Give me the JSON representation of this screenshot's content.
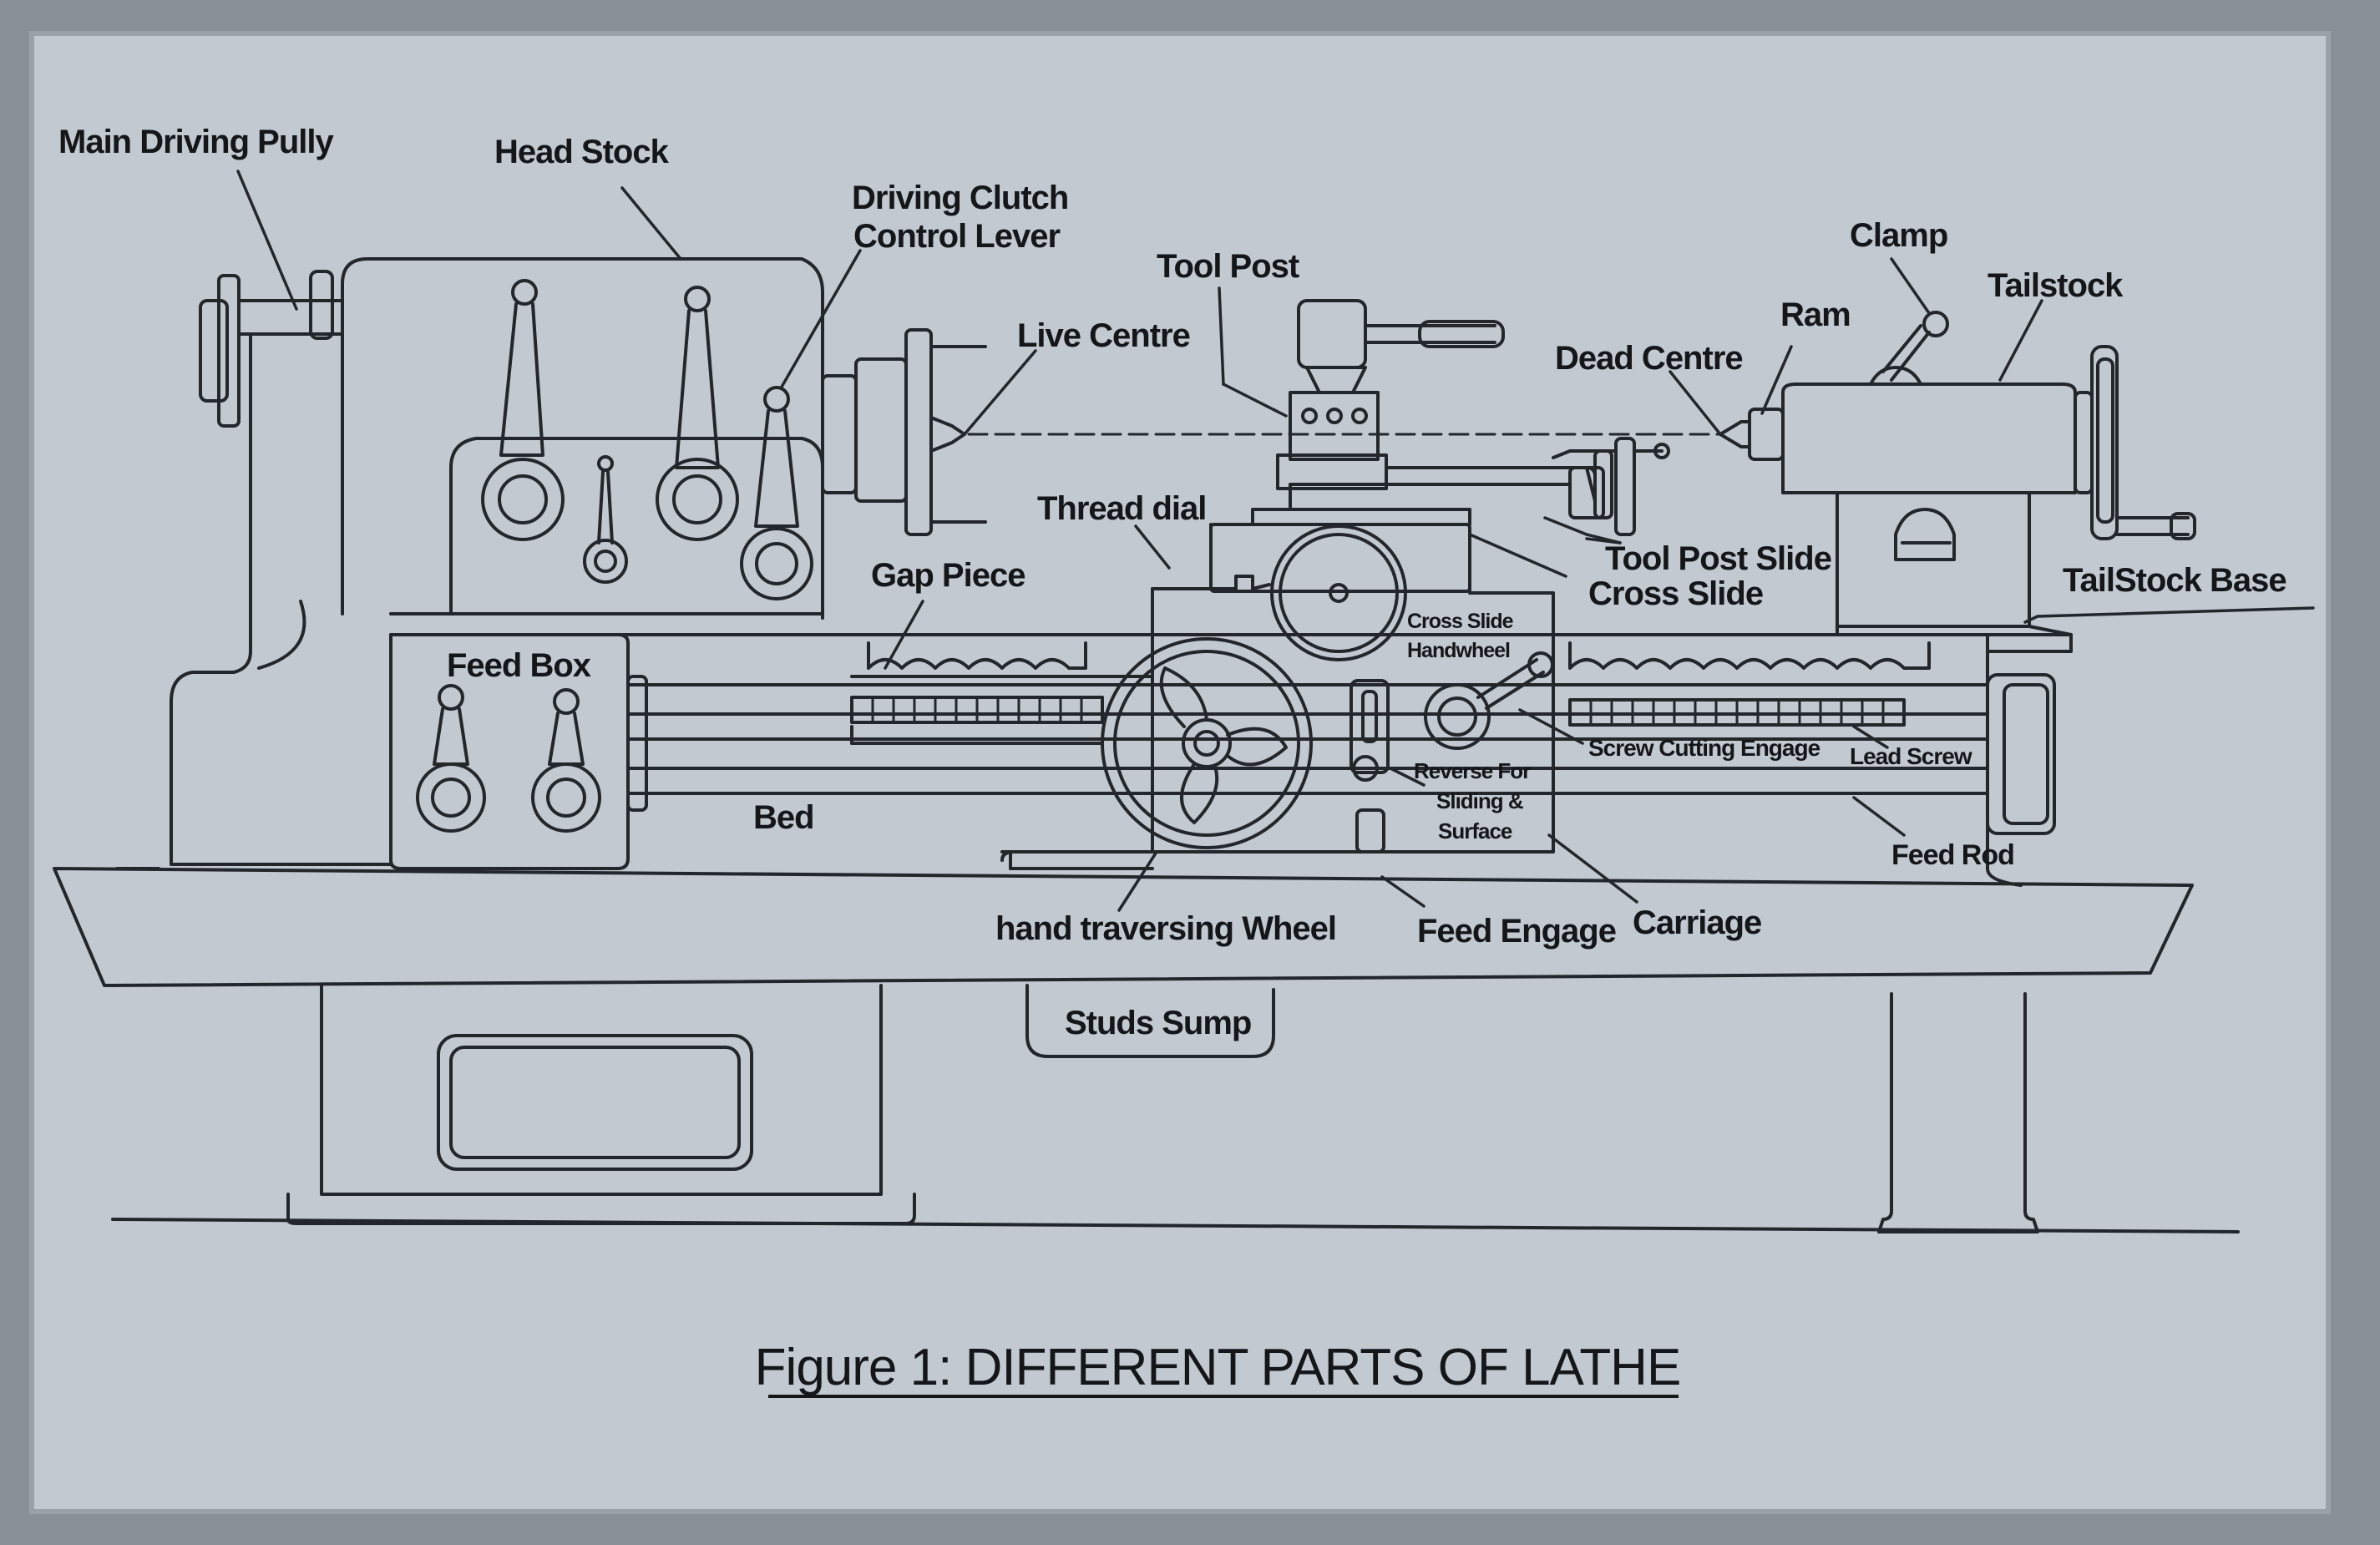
{
  "figure": {
    "caption": "Figure 1: DIFFERENT PARTS OF LATHE"
  },
  "labels": {
    "main_driving_pully": "Main Driving Pully",
    "head_stock": "Head Stock",
    "driving_clutch_1": "Driving Clutch",
    "driving_clutch_2": "Control Lever",
    "tool_post": "Tool Post",
    "live_centre": "Live Centre",
    "clamp": "Clamp",
    "tailstock": "Tailstock",
    "ram": "Ram",
    "dead_centre": "Dead Centre",
    "thread_dial": "Thread dial",
    "gap_piece": "Gap Piece",
    "tool_post_slide": "Tool Post Slide",
    "cross_slide": "Cross Slide",
    "tailstock_base": "TailStock Base",
    "cross_slide_handwheel_1": "Cross Slide",
    "cross_slide_handwheel_2": "Handwheel",
    "feed_box": "Feed Box",
    "screw_cutting_engage": "Screw Cutting Engage",
    "lead_screw": "Lead Screw",
    "reverse_1": "Reverse For",
    "reverse_2": "Sliding &",
    "reverse_3": "Surface",
    "bed": "Bed",
    "feed_rod": "Feed Rod",
    "hand_traversing_wheel": "hand traversing Wheel",
    "feed_engage": "Feed Engage",
    "carriage": "Carriage",
    "studs_sump": "Studs Sump"
  },
  "colors": {
    "board": "#c2c9d0",
    "frame": "#8a9097",
    "ink": "#23262b"
  }
}
